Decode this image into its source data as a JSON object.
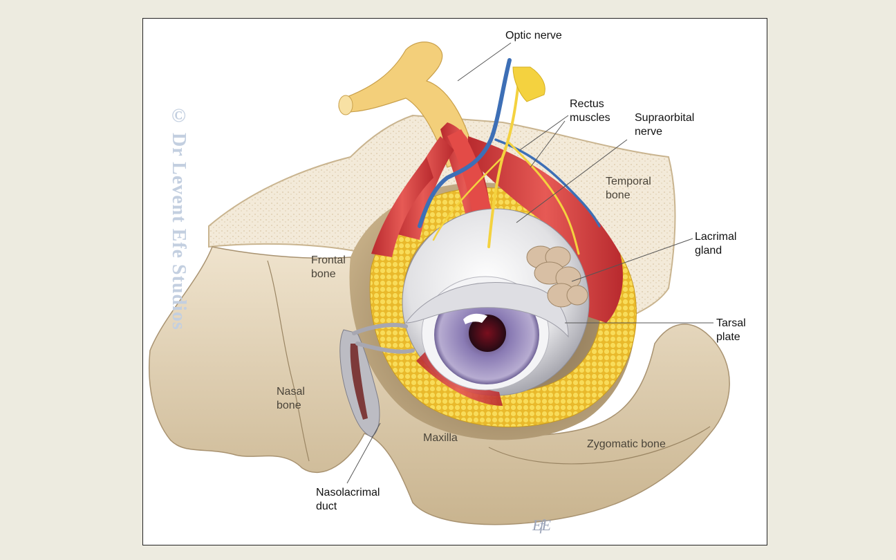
{
  "labels": {
    "optic_nerve": "Optic nerve",
    "rectus_muscles": "Rectus\nmuscles",
    "supraorbital_nerve": "Supraorbital\nnerve",
    "temporal_bone": "Temporal\nbone",
    "lacrimal_gland": "Lacrimal\ngland",
    "tarsal_plate": "Tarsal\nplate",
    "frontal_bone": "Frontal\nbone",
    "nasal_bone": "Nasal\nbone",
    "maxilla": "Maxilla",
    "zygomatic_bone": "Zygomatic bone",
    "nasolacrimal_duct": "Nasolacrimal\nduct"
  },
  "watermark": "© Dr Levent Efe Studios",
  "signature": "EfE",
  "colors": {
    "page_background": "#edebe0",
    "bone": "#e9dcc6",
    "bone_shadow": "#bca886",
    "muscle": "#d23a3a",
    "fat": "#f2c93a",
    "nerve": "#f4d23f",
    "vein": "#3d6fb6",
    "iris": "#7d6ea6",
    "watermark": "#c3cfe0"
  }
}
